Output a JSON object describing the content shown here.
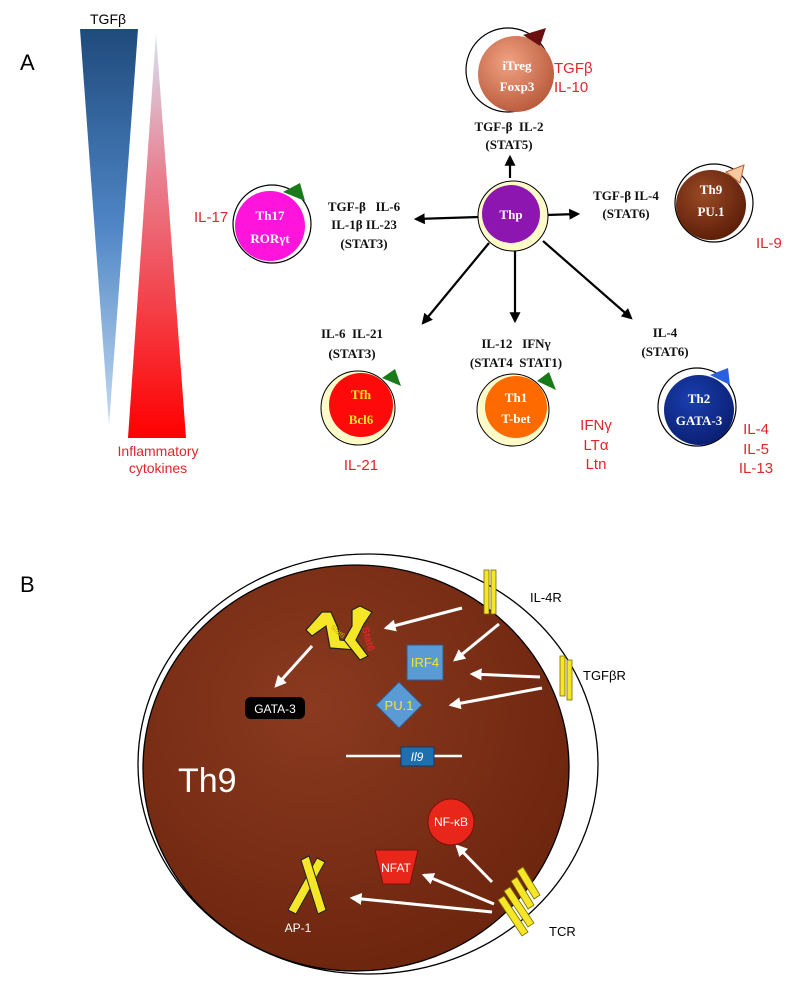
{
  "panel_a": {
    "label": "A",
    "gradient_top_label": "TGFβ",
    "gradient_bottom_label_1": "Inflammatory",
    "gradient_bottom_label_2": "cytokines",
    "center": {
      "name": "Thp",
      "color": "#8e16b0"
    },
    "cells": {
      "itreg": {
        "line1": "iTreg",
        "line2": "Foxp3",
        "signals": [
          "TGF-β  IL-2",
          "(STAT5)"
        ],
        "products": [
          "TGFβ",
          "IL-10"
        ]
      },
      "th9": {
        "line1": "Th9",
        "line2": "PU.1",
        "signals": [
          "TGF-β IL-4",
          "(STAT6)"
        ],
        "products": [
          "IL-9"
        ]
      },
      "th17": {
        "line1": "Th17",
        "line2": "RORγt",
        "signals": [
          "TGF-β   IL-6",
          "IL-1β IL-23",
          "(STAT3)"
        ],
        "products": [
          "IL-17"
        ]
      },
      "tfh": {
        "line1": "Tfh",
        "line2": "Bcl6",
        "signals": [
          "IL-6  IL-21",
          "(STAT3)"
        ],
        "products": [
          "IL-21"
        ]
      },
      "th1": {
        "line1": "Th1",
        "line2": "T-bet",
        "signals": [
          "IL-12   IFNγ",
          "(STAT4  STAT1)"
        ],
        "products": [
          "IFNγ",
          "LTα",
          "Ltn"
        ]
      },
      "th2": {
        "line1": "Th2",
        "line2": "GATA-3",
        "signals": [
          "IL-4",
          "(STAT6)"
        ],
        "products": [
          "IL-4",
          "IL-5",
          "IL-13"
        ]
      }
    }
  },
  "panel_b": {
    "label": "B",
    "cell_name": "Th9",
    "receptors": {
      "il4r": "IL-4R",
      "tgfbr": "TGFβR",
      "tcr": "TCR"
    },
    "factors": {
      "stat6": "Stat6",
      "stat6_small": "Stat6",
      "gata3": "GATA-3",
      "irf4": "IRF4",
      "pu1": "PU.1",
      "il9": "Il9",
      "nfkb": "NF-κB",
      "nfat": "NFAT",
      "ap1": "AP-1"
    }
  },
  "colors": {
    "signal_text": "#111111",
    "product_text": "#e0262b",
    "th9_cell": "#7a2a12",
    "stat_yellow": "#f5e627",
    "irf4_blue": "#5b9bd5",
    "il9_gene": "#1f6fae",
    "nf_red": "#e8261a"
  }
}
